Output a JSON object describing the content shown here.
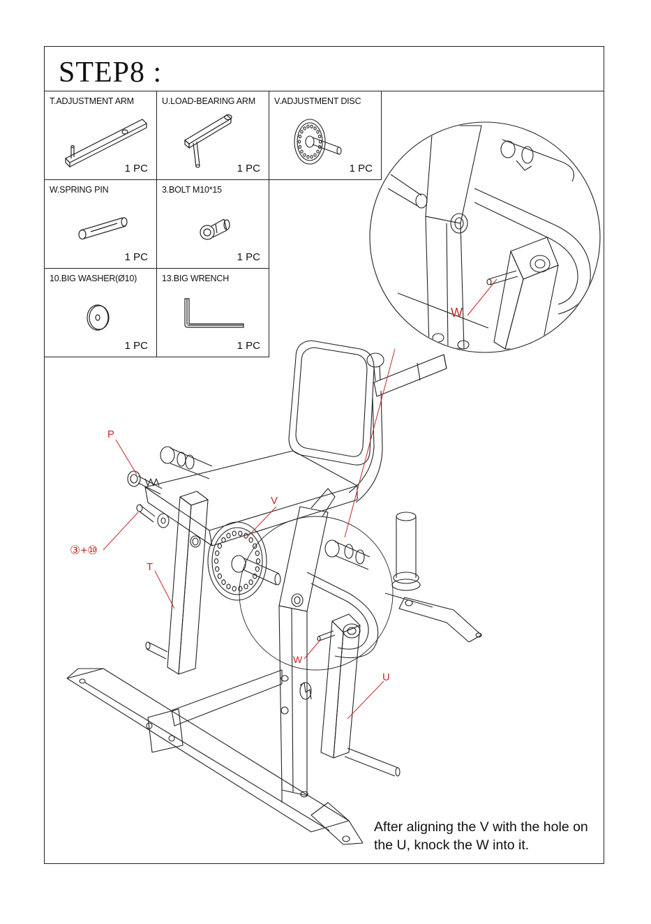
{
  "step": {
    "title": "STEP8 :"
  },
  "parts": [
    {
      "name": "T.ADJUSTMENT ARM",
      "qty": "1 PC"
    },
    {
      "name": "U.LOAD-BEARING ARM",
      "qty": "1 PC"
    },
    {
      "name": "V.ADJUSTMENT DISC",
      "qty": "1 PC"
    },
    {
      "name": "W.SPRING PIN",
      "qty": "1 PC"
    },
    {
      "name": "3.BOLT M10*15",
      "qty": "1 PC"
    },
    {
      "name": "10.BIG WASHER(Ø10)",
      "qty": "1 PC"
    },
    {
      "name": "13.BIG WRENCH",
      "qty": "1 PC"
    }
  ],
  "callouts": {
    "p": "P",
    "v": "V",
    "bolt_washer": "③+⑩",
    "t": "T",
    "w_main": "W",
    "w_zoom": "W",
    "u": "U"
  },
  "instruction": "After aligning the V with the hole on the U, knock the W into it.",
  "colors": {
    "callout": "#c62828",
    "line": "#222222"
  }
}
